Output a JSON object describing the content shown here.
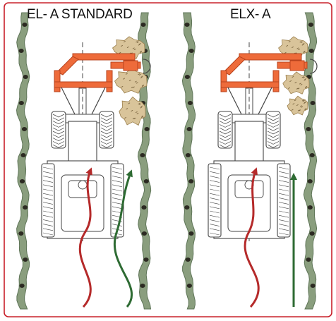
{
  "panels": [
    {
      "title": "EL- A STANDARD",
      "path_type": "wavy"
    },
    {
      "title": "ELX- A",
      "path_type": "straight"
    }
  ],
  "colors": {
    "frame": "#c8202a",
    "vine_row": "#8a9e7e",
    "vine_row_edge": "#5f7558",
    "vine_knot": "#2c2a22",
    "implement": "#ee6b3a",
    "implement_edge": "#b8431d",
    "soil": "#d9c49a",
    "soil_dots": "#7a6540",
    "wavy_path": "#b52a2a",
    "straight_path": "#2e6b33",
    "tractor_line": "#444444"
  },
  "icons": [
    "tractor-icon",
    "tire-icon",
    "mower-icon",
    "path-arrow-icon"
  ]
}
